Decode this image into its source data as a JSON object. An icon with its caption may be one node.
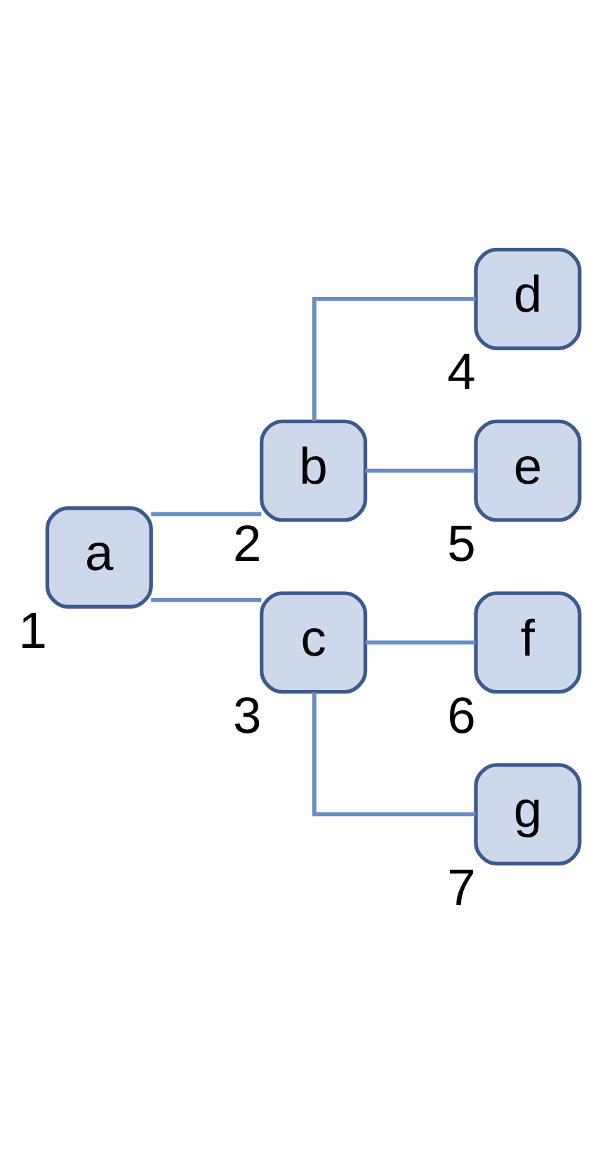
{
  "diagram": {
    "nodes": [
      {
        "text": [
          "a"
        ],
        "beside": [
          "1"
        ]
      },
      {
        "text": [
          "b"
        ],
        "beside": [
          "2"
        ]
      },
      {
        "text": [
          "d"
        ],
        "beside": [
          "4"
        ]
      },
      {
        "text": [
          "e"
        ],
        "beside": [
          "5"
        ]
      },
      {
        "text": [
          "c"
        ],
        "beside": [
          "3"
        ]
      },
      {
        "text": [
          "f"
        ],
        "beside": [
          "6"
        ]
      },
      {
        "text": [
          "g"
        ],
        "beside": [
          "7"
        ]
      }
    ],
    "edges": [
      {
        "from": 0,
        "to": 1,
        "arrow": "none"
      },
      {
        "from": 1,
        "to": 2,
        "arrow": "none"
      },
      {
        "from": 1,
        "to": 3,
        "arrow": "none"
      },
      {
        "from": 0,
        "to": 4,
        "arrow": "none"
      },
      {
        "from": 4,
        "to": 5,
        "arrow": "none"
      },
      {
        "from": 4,
        "to": 6,
        "arrow": "none"
      }
    ]
  }
}
